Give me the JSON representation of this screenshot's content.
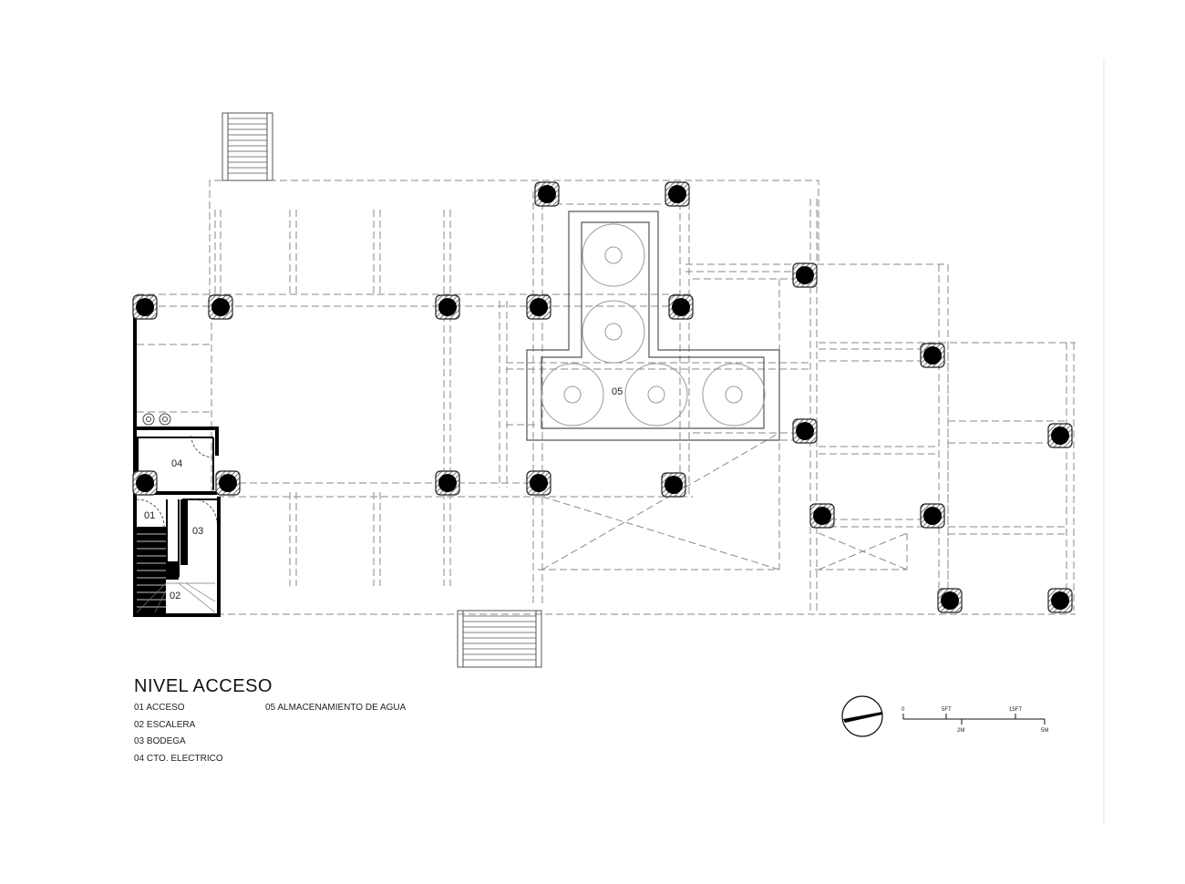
{
  "title": "NIVEL ACCESO",
  "legend": [
    {
      "code": "01",
      "label": "01 ACCESO"
    },
    {
      "code": "02",
      "label": "02 ESCALERA"
    },
    {
      "code": "03",
      "label": "03 BODEGA"
    },
    {
      "code": "04",
      "label": "04 CTO. ELECTRICO"
    },
    {
      "code": "05",
      "label": "05 ALMACENAMIENTO DE AGUA"
    }
  ],
  "rooms": {
    "r01": "01",
    "r02": "02",
    "r03": "03",
    "r04": "04",
    "r05": "05"
  },
  "scale_bar": {
    "ft": [
      "0",
      "5FT",
      "15FT"
    ],
    "m": [
      "2M",
      "5M"
    ]
  },
  "colors": {
    "line": "#8a8a8a",
    "wall": "#000000",
    "column": "#000000",
    "hatch": "#555555"
  }
}
